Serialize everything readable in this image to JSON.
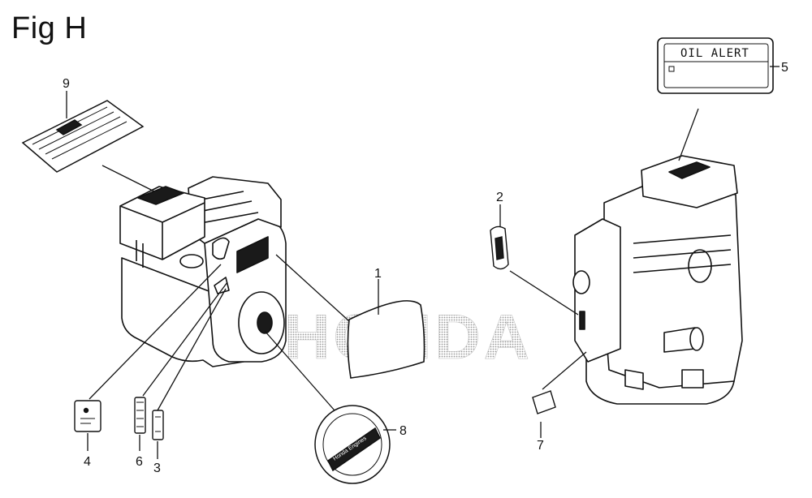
{
  "figure": {
    "title": "Fig H",
    "watermark": "HONDA",
    "oil_alert_label": "OIL ALERT",
    "badge_text": "Honda Engines"
  },
  "callouts": {
    "c1": "1",
    "c2": "2",
    "c3": "3",
    "c4": "4",
    "c5": "5",
    "c6": "6",
    "c7": "7",
    "c8": "8",
    "c9": "9"
  },
  "colors": {
    "line": "#111111",
    "watermark": "#b9b9b9",
    "label_fill": "#ffffff",
    "dark_patch": "#1a1a1a"
  }
}
